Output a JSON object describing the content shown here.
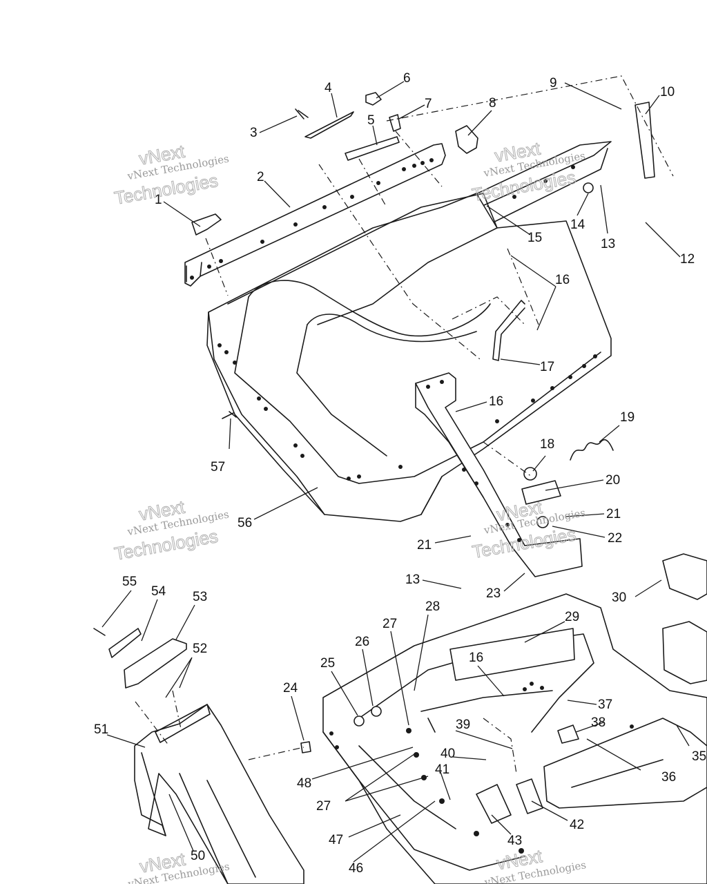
{
  "diagram": {
    "title": "Exploded parts diagram — body panels and brackets",
    "watermark": {
      "line1": "vNext",
      "line2": "vNext Technologies",
      "line3": "Technologies"
    },
    "callouts": [
      "1",
      "2",
      "3",
      "4",
      "5",
      "6",
      "7",
      "8",
      "9",
      "10",
      "12",
      "13",
      "14",
      "15",
      "16",
      "17",
      "19",
      "18",
      "20",
      "21",
      "22",
      "23",
      "24",
      "25",
      "26",
      "27",
      "28",
      "29",
      "30",
      "35",
      "36",
      "37",
      "38",
      "39",
      "40",
      "41",
      "42",
      "43",
      "46",
      "47",
      "48",
      "50",
      "51",
      "52",
      "53",
      "54",
      "55",
      "56",
      "57"
    ],
    "colors": {
      "ink": "#1a1a1a",
      "watermark": "#9a9a9a",
      "background": "#ffffff"
    }
  }
}
